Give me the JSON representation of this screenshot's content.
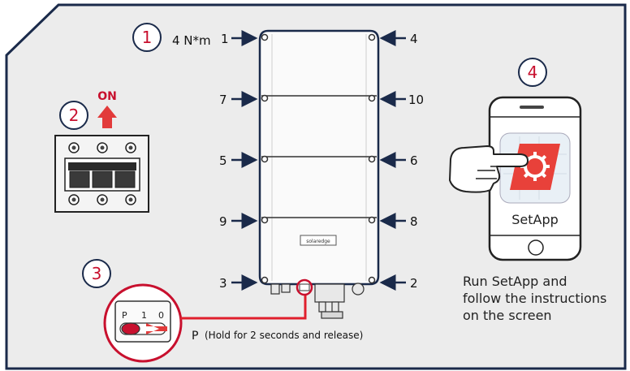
{
  "steps": [
    {
      "number": "1"
    },
    {
      "number": "2"
    },
    {
      "number": "3"
    },
    {
      "number": "4"
    }
  ],
  "torque": "4 N*m",
  "bolt_labels": [
    "1",
    "4",
    "7",
    "10",
    "5",
    "6",
    "9",
    "8",
    "3",
    "2"
  ],
  "switch_on_label": "ON",
  "p_switch": {
    "p": "P",
    "one": "1",
    "zero": "0"
  },
  "p_instruction": {
    "letter": "P",
    "text": "(Hold for 2 seconds and release)"
  },
  "app_name": "SetApp",
  "instructions": [
    "Run SetApp and",
    "follow the instructions",
    "on the screen"
  ],
  "inverter_badge": "solaredge",
  "colors": {
    "accent": "#c8102e",
    "navy": "#1a2a4a",
    "panel_bg": "#ececec"
  }
}
